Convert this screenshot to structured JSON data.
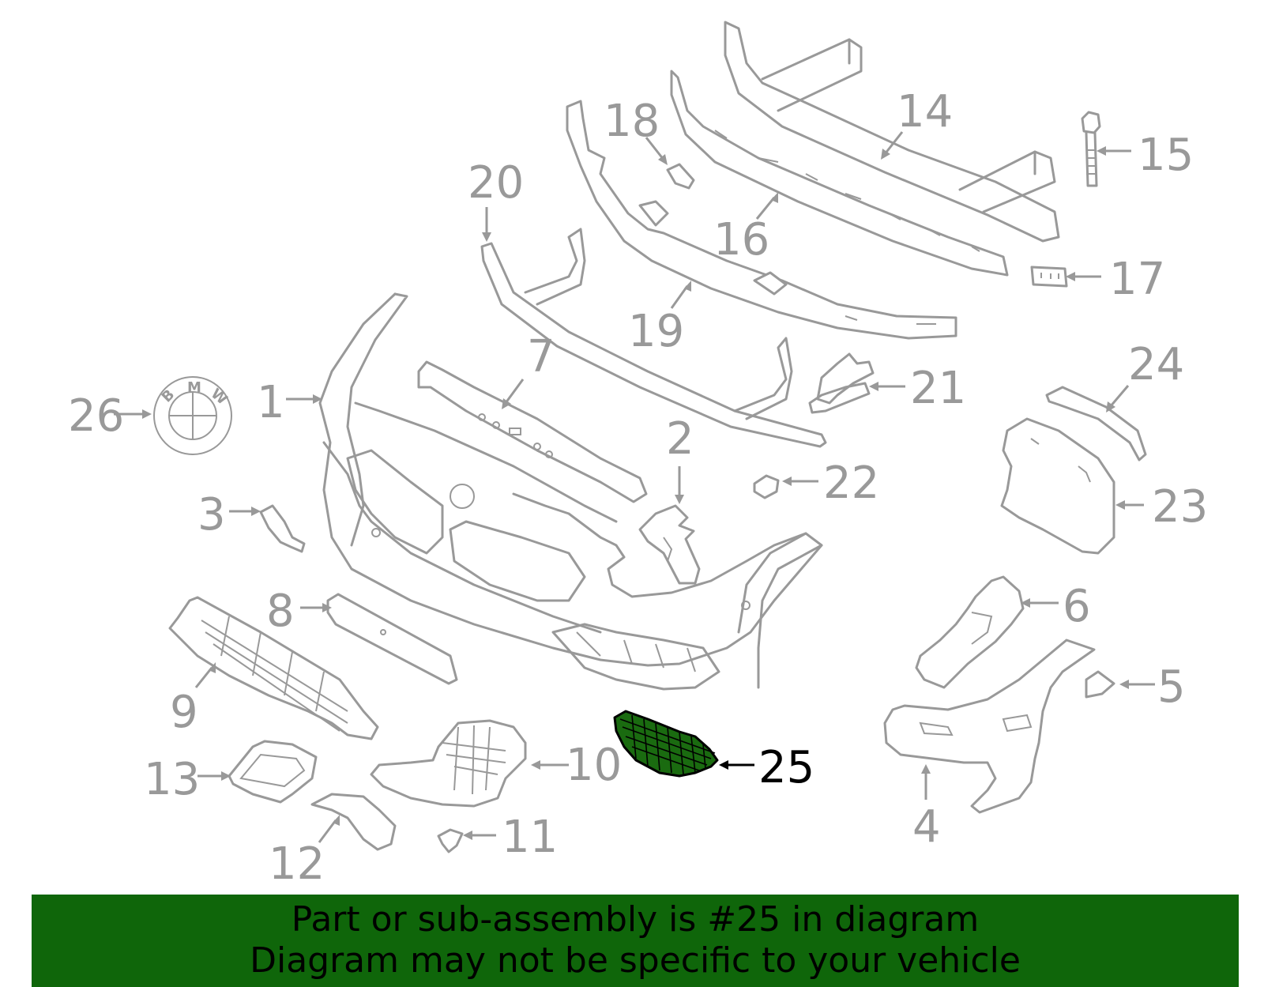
{
  "labels": {
    "p1": "1",
    "p2": "2",
    "p3": "3",
    "p4": "4",
    "p5": "5",
    "p6": "6",
    "p7": "7",
    "p8": "8",
    "p9": "9",
    "p10": "10",
    "p11": "11",
    "p12": "12",
    "p13": "13",
    "p14": "14",
    "p15": "15",
    "p16": "16",
    "p17": "17",
    "p18": "18",
    "p19": "19",
    "p20": "20",
    "p21": "21",
    "p22": "22",
    "p23": "23",
    "p24": "24",
    "p25": "25",
    "p26": "26"
  },
  "highlighted_part": "25",
  "emblem": {
    "b": "B",
    "m": "M",
    "w": "W"
  },
  "colors": {
    "highlight": "#1a6b10",
    "banner": "#0f660a",
    "lines": "#999999"
  },
  "banner": {
    "line1": "Part or sub-assembly is #25 in diagram",
    "line2": "Diagram may not be specific to your vehicle"
  }
}
